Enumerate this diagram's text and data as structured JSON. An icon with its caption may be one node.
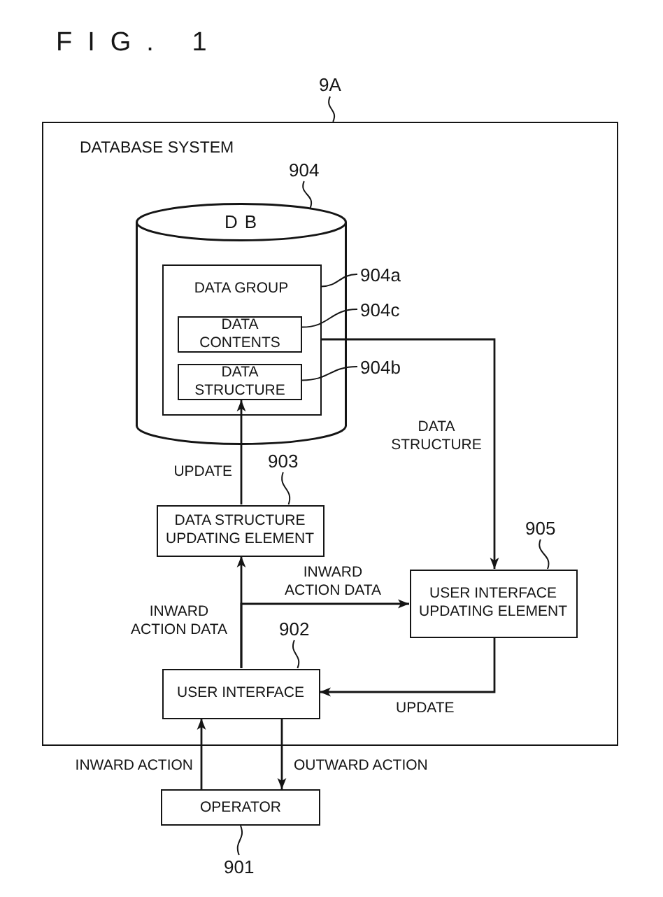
{
  "diagram": {
    "title": "FIG. 1",
    "nodes": [
      {
        "text": [
          "9A"
        ]
      },
      {
        "text": [
          "DATABASE SYSTEM"
        ]
      },
      {
        "text": [
          "904"
        ],
        "in": 1
      },
      {
        "text": [
          "DB"
        ],
        "in": 1
      },
      {
        "text": [
          "DATA GROUP"
        ],
        "in": 3
      },
      {
        "text": [
          "904a"
        ],
        "in": 1
      },
      {
        "text": [
          "DATA CONTENTS"
        ],
        "in": 4
      },
      {
        "text": [
          "904c"
        ],
        "in": 1
      },
      {
        "text": [
          "DATA STRUCTURE"
        ],
        "in": 4
      },
      {
        "text": [
          "904b"
        ],
        "in": 1
      },
      {
        "text": [
          "903"
        ],
        "in": 1
      },
      {
        "text": [
          "DATA STRUCTURE UPDATING ELEMENT"
        ],
        "in": 1
      },
      {
        "text": [
          "905"
        ],
        "in": 1
      },
      {
        "text": [
          "USER INTERFACE UPDATING ELEMENT"
        ],
        "in": 1
      },
      {
        "text": [
          "902"
        ],
        "in": 1
      },
      {
        "text": [
          "USER INTERFACE"
        ],
        "in": 1
      },
      {
        "text": [
          "OPERATOR"
        ]
      },
      {
        "text": [
          "901"
        ]
      }
    ],
    "edges": [
      {
        "from": 0,
        "to": 1,
        "arrow": "none"
      },
      {
        "from": 2,
        "to": 3,
        "arrow": "none"
      },
      {
        "from": 5,
        "to": 4,
        "arrow": "none"
      },
      {
        "from": 7,
        "to": 6,
        "arrow": "none"
      },
      {
        "from": 9,
        "to": 8,
        "arrow": "none"
      },
      {
        "from": 4,
        "to": 13,
        "arrow": "to",
        "label": "DATA STRUCTURE"
      },
      {
        "from": 11,
        "to": 8,
        "arrow": "to",
        "label": "UPDATE"
      },
      {
        "from": 10,
        "to": 11,
        "arrow": "none"
      },
      {
        "from": 12,
        "to": 13,
        "arrow": "none"
      },
      {
        "from": 15,
        "to": 11,
        "arrow": "to",
        "label": "INWARD ACTION DATA"
      },
      {
        "from": 15,
        "to": 13,
        "arrow": "to",
        "label": "INWARD ACTION DATA"
      },
      {
        "from": 14,
        "to": 15,
        "arrow": "none"
      },
      {
        "from": 13,
        "to": 15,
        "arrow": "to",
        "label": "UPDATE"
      },
      {
        "from": 16,
        "to": 15,
        "arrow": "to",
        "label": "INWARD ACTION"
      },
      {
        "from": 15,
        "to": 16,
        "arrow": "to",
        "label": "OUTWARD ACTION"
      },
      {
        "from": 17,
        "to": 16,
        "arrow": "none"
      }
    ]
  }
}
